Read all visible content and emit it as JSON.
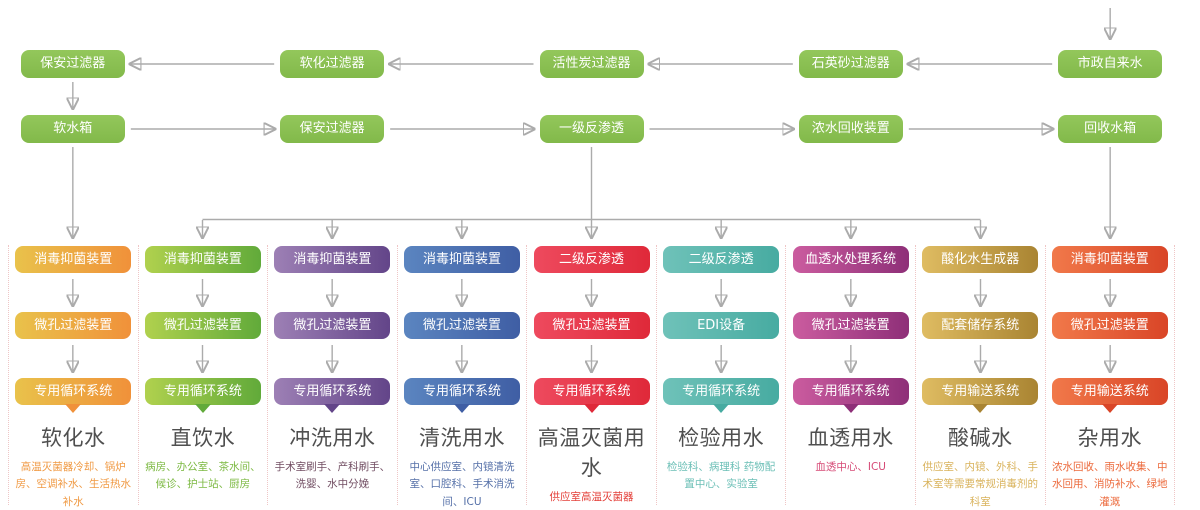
{
  "top_flow": {
    "row1": [
      {
        "id": "security-filter",
        "label": "保安过滤器"
      },
      {
        "id": "softening-filter",
        "label": "软化过滤器"
      },
      {
        "id": "activated-carbon-filter",
        "label": "活性炭过滤器"
      },
      {
        "id": "quartz-sand-filter",
        "label": "石英砂过滤器"
      },
      {
        "id": "municipal-tap-water",
        "label": "市政自来水"
      }
    ],
    "row2": [
      {
        "id": "soft-water-tank",
        "label": "软水箱"
      },
      {
        "id": "security-filter-2",
        "label": "保安过滤器"
      },
      {
        "id": "first-stage-ro",
        "label": "一级反渗透"
      },
      {
        "id": "concentrate-recovery",
        "label": "浓水回收装置"
      },
      {
        "id": "recycling-water-tank",
        "label": "回收水箱"
      }
    ]
  },
  "columns": [
    {
      "id": "softened-water",
      "boxes": [
        "消毒抑菌装置",
        "微孔过滤装置",
        "专用循环系统"
      ],
      "title": "软化水",
      "desc": "高温灭菌器冷却、锅炉房、空调补水、生活热水补水",
      "theme": {
        "box_from": "#e9c24b",
        "box_to": "#f0913a",
        "desc_color": "#f09a44"
      }
    },
    {
      "id": "direct-drinking-water",
      "boxes": [
        "消毒抑菌装置",
        "微孔过滤装置",
        "专用循环系统"
      ],
      "title": "直饮水",
      "desc": "病房、办公室、茶水间、候诊、护士站、厨房",
      "theme": {
        "box_from": "#b0d14e",
        "box_to": "#61aa3a",
        "desc_color": "#7cb942"
      }
    },
    {
      "id": "rinse-water",
      "boxes": [
        "消毒抑菌装置",
        "微孔过滤装置",
        "专用循环系统"
      ],
      "title": "冲洗用水",
      "desc": "手术室刷手、产科刷手、洗婴、水中分娩",
      "theme": {
        "box_from": "#9d80b5",
        "box_to": "#634589",
        "desc_color": "#714d62"
      }
    },
    {
      "id": "cleaning-water",
      "boxes": [
        "消毒抑菌装置",
        "微孔过滤装置",
        "专用循环系统"
      ],
      "title": "清洗用水",
      "desc": "中心供应室、内镜清洗室、口腔科、手术消洗间、ICU",
      "theme": {
        "box_from": "#5b85c0",
        "box_to": "#3f5ea4",
        "desc_color": "#5570a8"
      }
    },
    {
      "id": "high-temp-sterilization-water",
      "boxes": [
        "二级反渗透",
        "微孔过滤装置",
        "专用循环系统"
      ],
      "title": "高温灭菌用水",
      "desc": "供应室高温灭菌器",
      "theme": {
        "box_from": "#ee4a5e",
        "box_to": "#df2939",
        "desc_color": "#e4403a"
      }
    },
    {
      "id": "laboratory-water",
      "boxes": [
        "二级反渗透",
        "EDI设备",
        "专用循环系统"
      ],
      "title": "检验用水",
      "desc": "检验科、病理科 药物配置中心、实验室",
      "theme": {
        "box_from": "#6fc2b9",
        "box_to": "#47aba1",
        "desc_color": "#6bbfb6"
      }
    },
    {
      "id": "hemodialysis-water",
      "boxes": [
        "血透水处理系统",
        "微孔过滤装置",
        "专用循环系统"
      ],
      "title": "血透用水",
      "desc": "血透中心、ICU",
      "theme": {
        "box_from": "#cb5c9f",
        "box_to": "#8e2f78",
        "desc_color": "#d64a76"
      }
    },
    {
      "id": "acid-alkaline-water",
      "boxes": [
        "酸化水生成器",
        "配套储存系统",
        "专用输送系统"
      ],
      "title": "酸碱水",
      "desc": "供应室、内镜、外科、手术室等需要常规消毒剂的科室",
      "theme": {
        "box_from": "#dfbc62",
        "box_to": "#a98432",
        "desc_color": "#d9b35c"
      }
    },
    {
      "id": "miscellaneous-water",
      "boxes": [
        "消毒抑菌装置",
        "微孔过滤装置",
        "专用输送系统"
      ],
      "title": "杂用水",
      "desc": "浓水回收、雨水收集、中水回用、消防补水、绿地灌溉",
      "theme": {
        "box_from": "#f1794a",
        "box_to": "#d94527",
        "desc_color": "#ec6a3c"
      }
    }
  ],
  "colors": {
    "node_green": "#8cc153",
    "connector_gray": "#ababab",
    "title_gray": "#4f4f4f",
    "separator_pink": "#efc6c6"
  }
}
